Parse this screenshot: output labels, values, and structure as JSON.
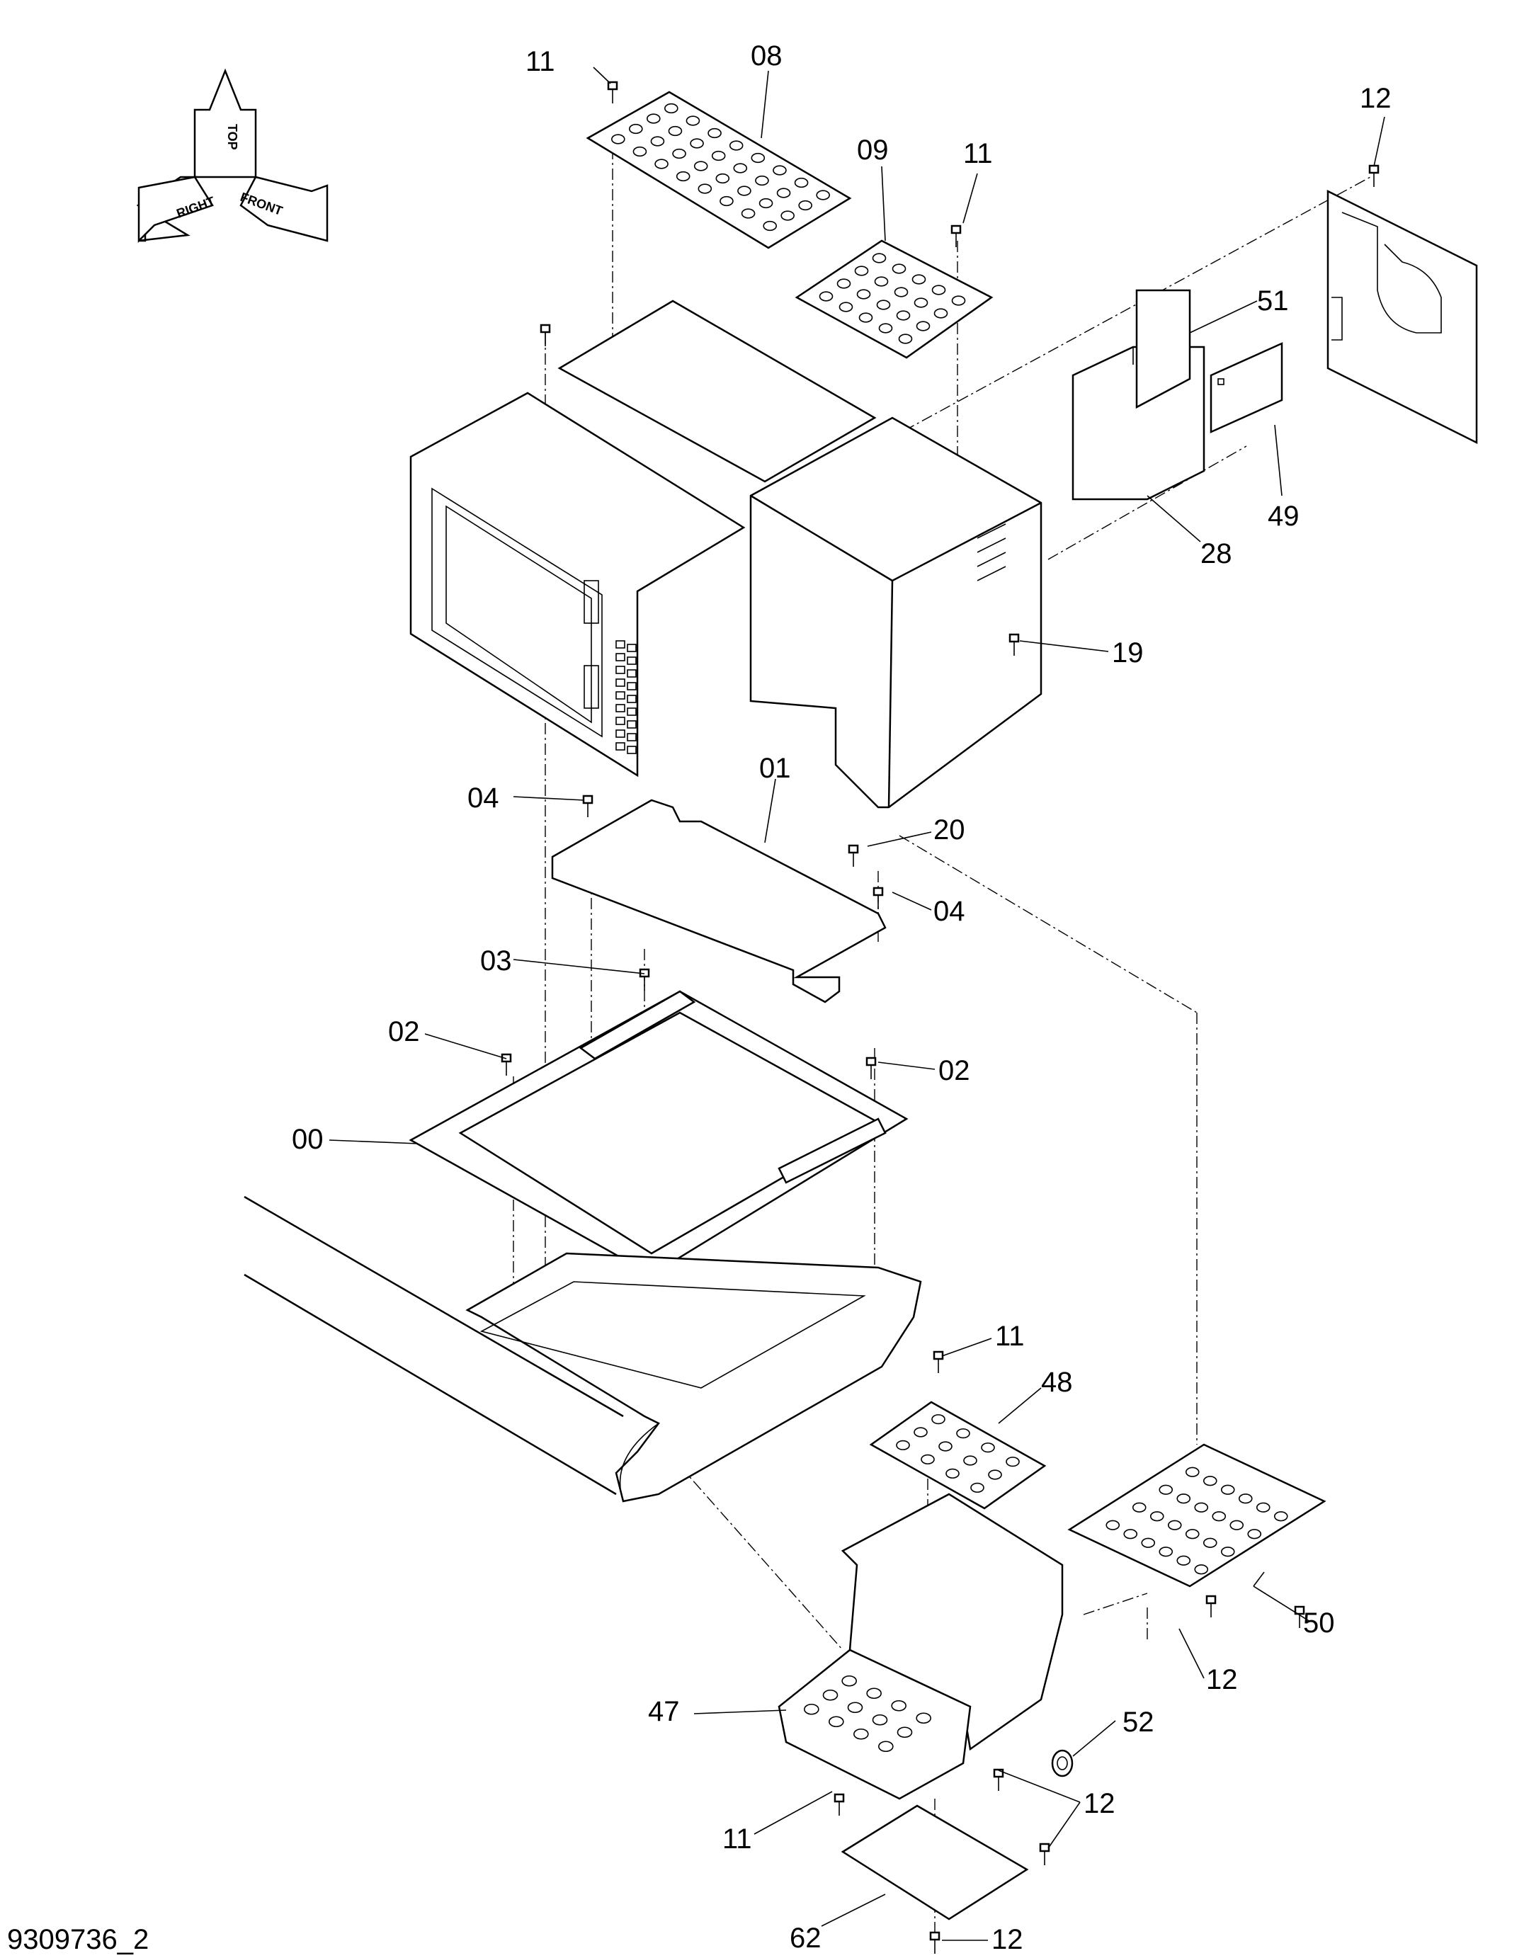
{
  "diagram": {
    "doc_id": "9309736_2",
    "compass": {
      "top": "TOP",
      "right": "RIGHT",
      "front": "FRONT"
    },
    "labels": {
      "p00": "00",
      "p01": "01",
      "p02a": "02",
      "p02b": "02",
      "p03": "03",
      "p04a": "04",
      "p04b": "04",
      "p08": "08",
      "p09": "09",
      "p11a": "11",
      "p11b": "11",
      "p11c": "11",
      "p11d": "11",
      "p12a": "12",
      "p12b": "12",
      "p12c": "12",
      "p12d": "12",
      "p19": "19",
      "p20": "20",
      "p28": "28",
      "p47": "47",
      "p48": "48",
      "p49": "49",
      "p50": "50",
      "p51": "51",
      "p52": "52",
      "p62": "62"
    }
  }
}
